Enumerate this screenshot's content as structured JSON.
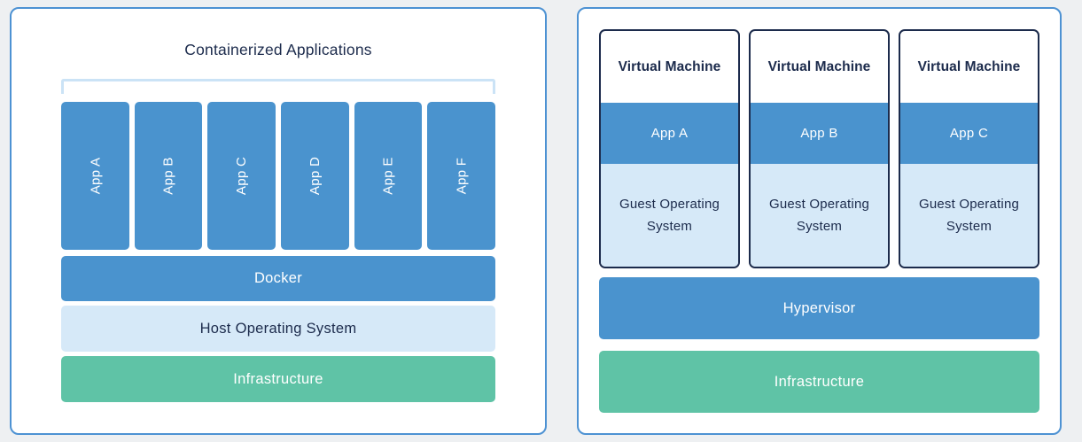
{
  "colors": {
    "background": "#EEF0F2",
    "panel_border": "#4D92D3",
    "primary_blue": "#4A93CE",
    "light_blue": "#D6E9F8",
    "green": "#5FC3A6",
    "navy_text": "#1C2B4C",
    "bracket_blue": "#CBE3F6"
  },
  "left_panel": {
    "title": "Containerized Applications",
    "apps": [
      "App A",
      "App B",
      "App C",
      "App D",
      "App E",
      "App F"
    ],
    "layers": [
      {
        "label": "Docker"
      },
      {
        "label": "Host Operating System"
      },
      {
        "label": "Infrastructure"
      }
    ]
  },
  "right_panel": {
    "vms": [
      {
        "title": "Virtual Machine",
        "app": "App A",
        "os": "Guest Operating System"
      },
      {
        "title": "Virtual Machine",
        "app": "App B",
        "os": "Guest Operating System"
      },
      {
        "title": "Virtual Machine",
        "app": "App C",
        "os": "Guest Operating System"
      }
    ],
    "layers": [
      {
        "label": "Hypervisor"
      },
      {
        "label": "Infrastructure"
      }
    ]
  }
}
